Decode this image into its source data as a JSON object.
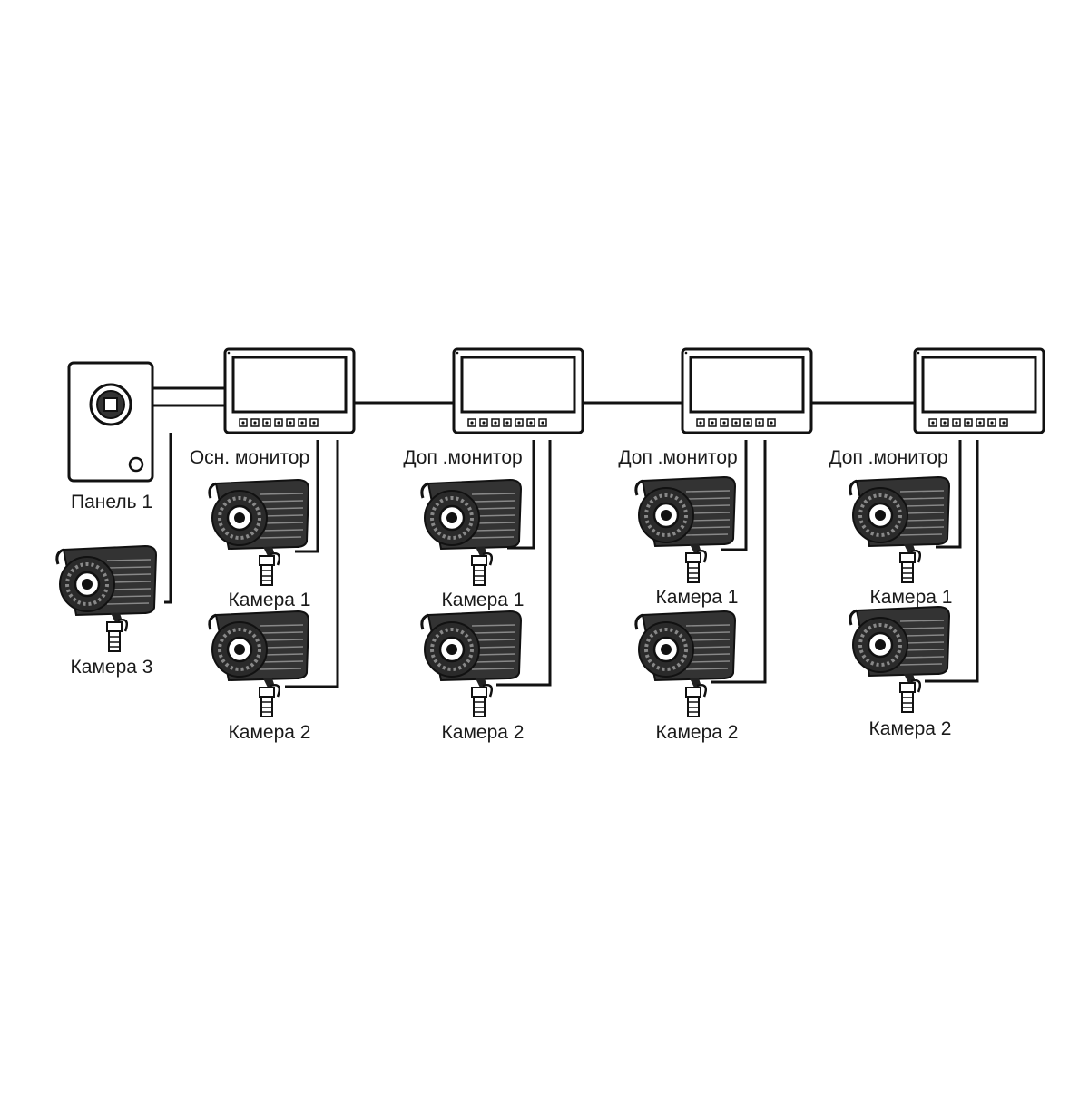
{
  "colors": {
    "line": "#111111",
    "fill_dark": "#2a2a2a",
    "fill_mid": "#555555",
    "background": "#ffffff"
  },
  "door_panel": {
    "label": "Панель 1",
    "icon": "door-panel-icon"
  },
  "standalone_camera": {
    "label": "Камера 3",
    "icon": "bullet-camera-icon"
  },
  "monitors": [
    {
      "label": "Осн. монитор",
      "camera1": "Камера 1",
      "camera2": "Камера 2"
    },
    {
      "label": "Доп .монитор",
      "camera1": "Камера 1",
      "camera2": "Камера 2"
    },
    {
      "label": "Доп .монитор",
      "camera1": "Камера 1",
      "camera2": "Камера 2"
    },
    {
      "label": "Доп .монитор",
      "camera1": "Камера 1",
      "camera2": "Камера 2"
    }
  ]
}
